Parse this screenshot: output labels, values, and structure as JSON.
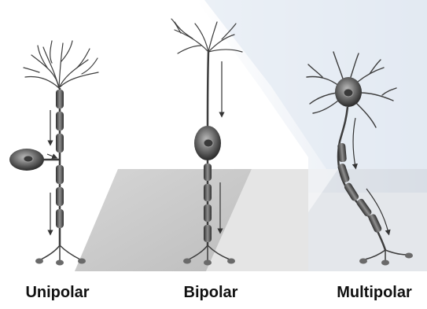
{
  "labels": {
    "unipolar": "Unipolar",
    "bipolar": "Bipolar",
    "multipolar": "Multipolar"
  },
  "colors": {
    "background": "#ffffff",
    "light_band": "#dfe6f0",
    "gray_band": "#c6c6c6",
    "neuron_dark": "#3d3d3d",
    "neuron_mid": "#8a8a8a",
    "arrow": "#333333",
    "label_text": "#111111"
  }
}
